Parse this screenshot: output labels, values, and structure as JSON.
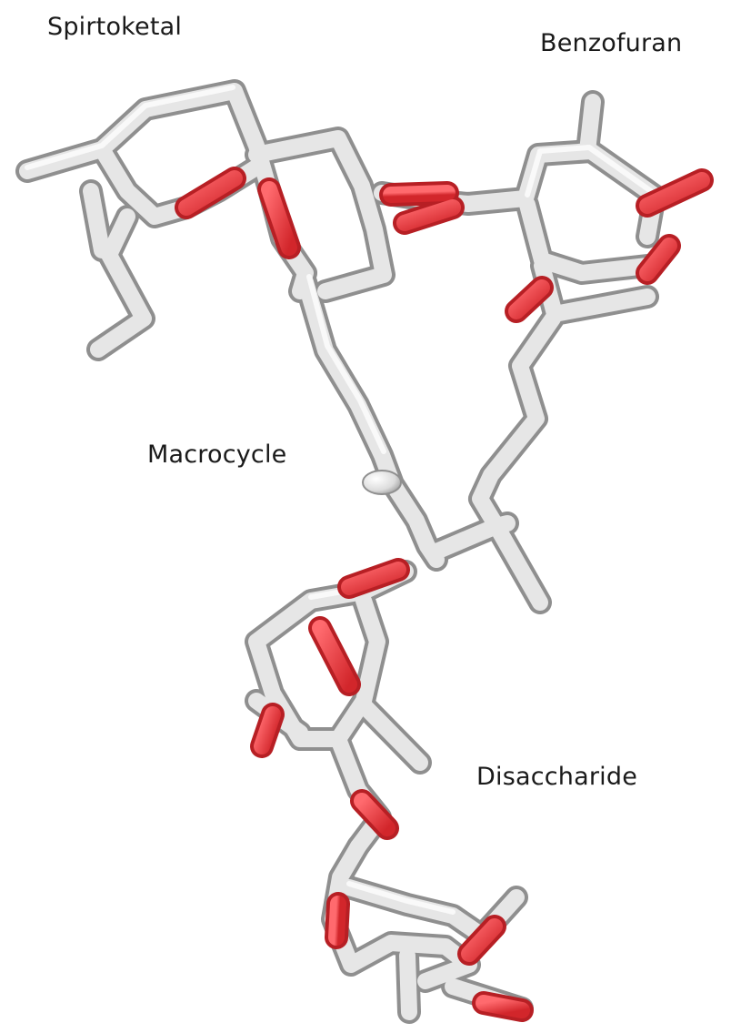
{
  "labels": {
    "spirtoketal": "Spirtoketal",
    "benzofuran": "Benzofuran",
    "macrocycle": "Macrocycle",
    "disaccharide": "Disaccharide"
  },
  "colors": {
    "background": "#ffffff",
    "carbon_light": "#e6e6e6",
    "carbon_edge": "#9a9a9a",
    "oxygen": "#e8353a",
    "oxygen_dark": "#c4242a",
    "label_text": "#1a1a1a"
  },
  "molecule": {
    "representation": "stick-model",
    "element_colors": [
      "carbon",
      "oxygen"
    ],
    "atom_highlight": "single-ball-atom"
  }
}
